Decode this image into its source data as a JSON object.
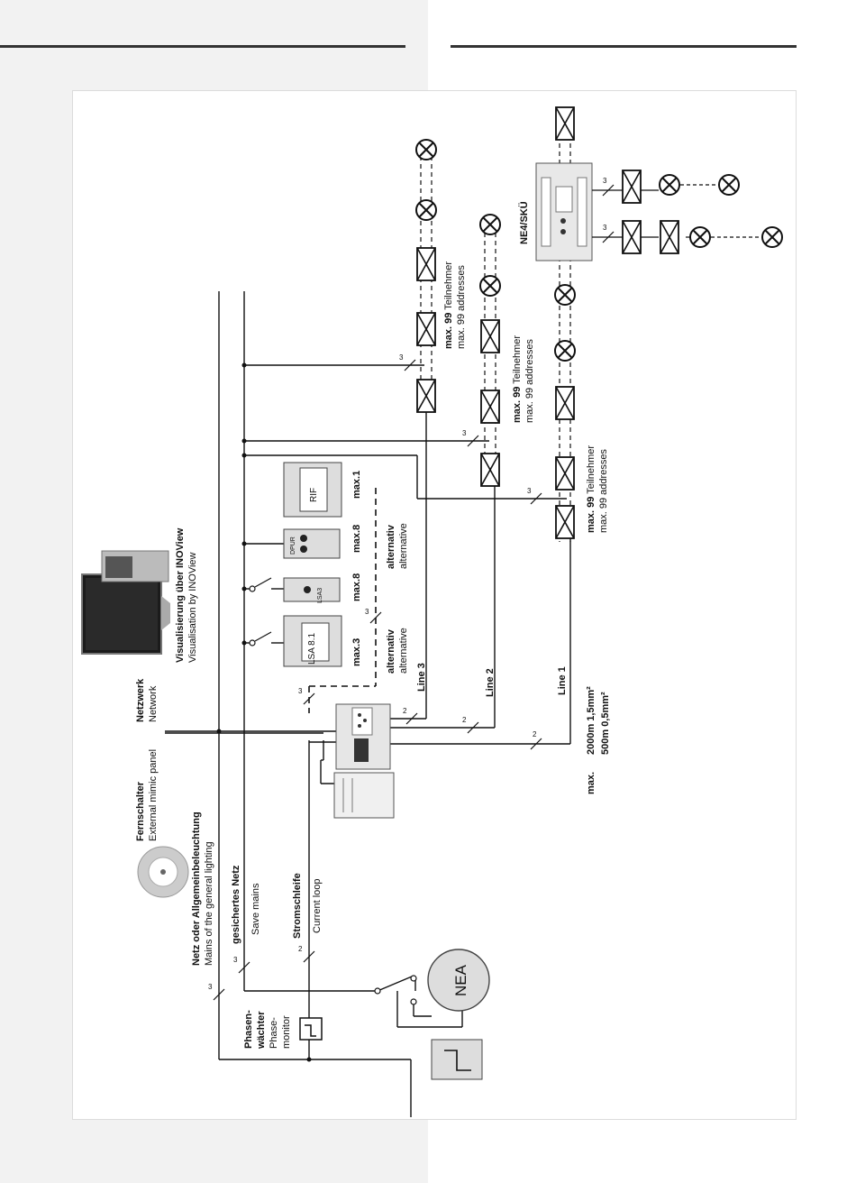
{
  "labels": {
    "fernschalter": "Fernschalter",
    "fernschalter_en": "External mimic panel",
    "netzwerk": "Netzwerk",
    "netzwerk_en": "Network",
    "visualisierung": "Visualisierung über INOView",
    "visualisierung_en": "Visualisation by INOView",
    "netz_allg": "Netz oder Allgemeinbeleuchtung",
    "netz_allg_en": "Mains of the general lighting",
    "gesichertes": "gesichertes Netz",
    "gesichertes_en": "Save mains",
    "stromschleife": "Stromschleife",
    "stromschleife_en": "Current loop",
    "phasen1": "Phasen-",
    "phasen2": "wächter",
    "phasen_en1": "Phase-",
    "phasen_en2": "monitor",
    "nea": "NEA",
    "ne4": "NE4/SKÜ",
    "line1": "Line 1",
    "line2": "Line 2",
    "line3": "Line 3",
    "max_text1": "max.",
    "max_dist1": "2000m 1,5mm²",
    "max_dist2": "500m 0,5mm²",
    "max3": "max.3",
    "max8a": "max.8",
    "max8b": "max.8",
    "max1": "max.1",
    "alt_de": "alternativ",
    "alt_en": "alternative",
    "teil_de_bold": "max. 99",
    "teil_de_rest": " Teilnehmer",
    "teil_en": "max. 99 addresses",
    "wire3": "3",
    "wire2": "2",
    "lsa81": "LSA 8.1",
    "lsa3": "LSA3",
    "dpur": "DPUR",
    "rif": "RIF"
  }
}
